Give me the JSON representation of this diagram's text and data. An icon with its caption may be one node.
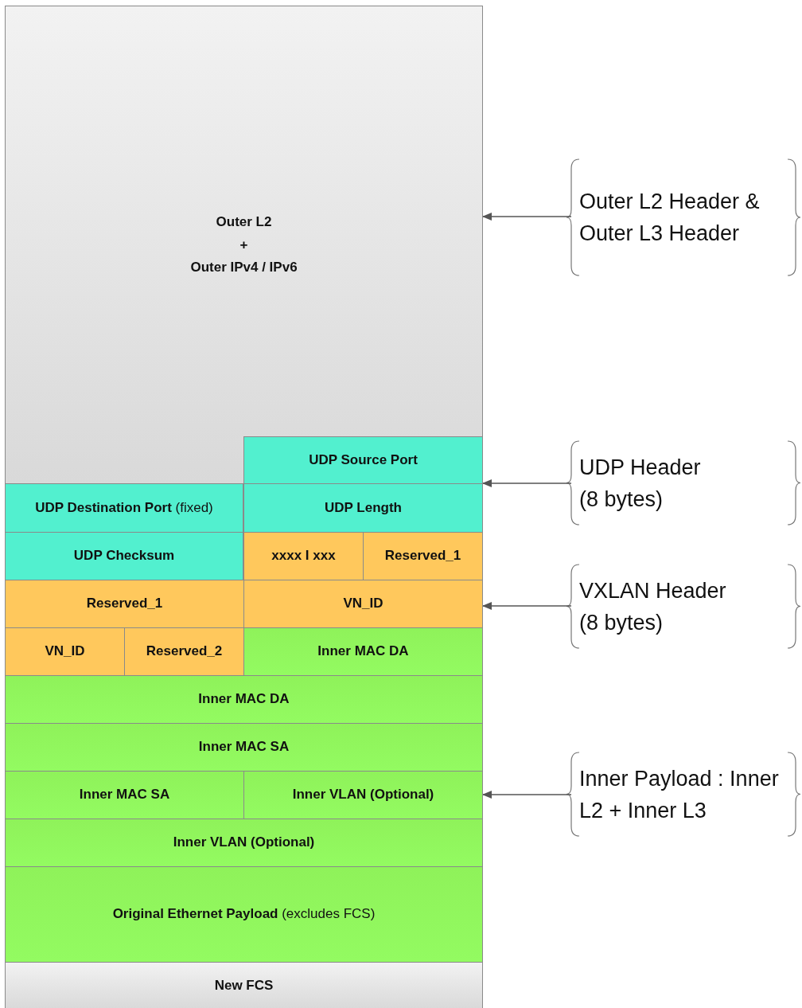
{
  "diagram": {
    "nodes": [
      {
        "text": [
          "Outer L2",
          "+",
          "Outer IPv4 / IPv6"
        ]
      },
      {
        "text": [
          "UDP Source Port"
        ],
        "in": 0
      },
      {
        "text": [
          "**UDP Destination Port** (fixed)"
        ]
      },
      {
        "text": [
          "UDP Length"
        ]
      },
      {
        "text": [
          "UDP Checksum"
        ]
      },
      {
        "text": [
          "xxxx I xxx"
        ]
      },
      {
        "text": [
          "Reserved_1"
        ]
      },
      {
        "text": [
          "Reserved_1"
        ]
      },
      {
        "text": [
          "VN_ID"
        ]
      },
      {
        "text": [
          "VN_ID"
        ]
      },
      {
        "text": [
          "Reserved_2"
        ]
      },
      {
        "text": [
          "Inner MAC DA"
        ]
      },
      {
        "text": [
          "Inner MAC DA"
        ]
      },
      {
        "text": [
          "Inner MAC SA"
        ]
      },
      {
        "text": [
          "Inner MAC SA"
        ]
      },
      {
        "text": [
          "Inner VLAN (Optional)"
        ]
      },
      {
        "text": [
          "Inner VLAN (Optional)"
        ]
      },
      {
        "text": [
          "**Original Ethernet Payload** (excludes FCS)"
        ]
      },
      {
        "text": [
          "New FCS"
        ]
      },
      {
        "text": [
          "Outer L2 Header & Outer L3 Header"
        ]
      },
      {
        "text": [
          "UDP Header (8 bytes)"
        ]
      },
      {
        "text": [
          "VXLAN Header (8 bytes)"
        ]
      },
      {
        "text": [
          "Inner Payload : Inner L2 + Inner L3"
        ]
      }
    ],
    "edges": [
      {
        "from": 19,
        "to": 0,
        "arrow": "to"
      },
      {
        "from": 20,
        "to": 3,
        "arrow": "to"
      },
      {
        "from": 21,
        "to": 8,
        "arrow": "to"
      },
      {
        "from": 22,
        "to": 15,
        "arrow": "to"
      }
    ]
  }
}
